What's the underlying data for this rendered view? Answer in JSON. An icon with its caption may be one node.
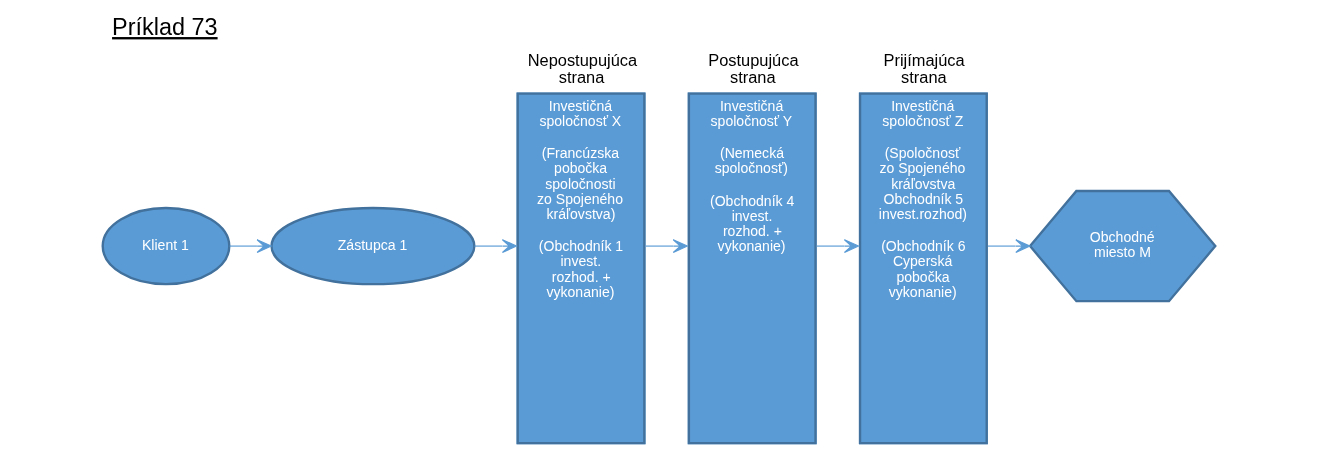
{
  "diagram": {
    "title": "Príklad 73",
    "nodes": [
      {
        "text": [
          "Klient 1"
        ]
      },
      {
        "text": [
          "Zástupca 1"
        ]
      },
      {
        "text": [
          "Nepostupujúca strana",
          "Investičná spoločnosť X",
          "(Francúzska pobočka spoločnosti zo Spojeného kráľovstva)",
          "(Obchodník 1 invest. rozhod. + vykonanie)"
        ]
      },
      {
        "text": [
          "Postupujúca strana",
          "Investičná spoločnosť Y",
          "(Nemecká spoločnosť)",
          "(Obchodník 4 invest. rozhod. + vykonanie)"
        ]
      },
      {
        "text": [
          "Prijímajúca strana",
          "Investičná spoločnosť Z",
          "(Spoločnosť zo Spojeného kráľovstva Obchodník 5 invest.rozhod)",
          "(Obchodník 6 Cyperská pobočka vykonanie)"
        ]
      },
      {
        "text": [
          "Obchodné miesto M"
        ]
      }
    ],
    "edges": [
      {
        "from": 0,
        "to": 1,
        "arrow": "to"
      },
      {
        "from": 1,
        "to": 2,
        "arrow": "to"
      },
      {
        "from": 2,
        "to": 3,
        "arrow": "to"
      },
      {
        "from": 3,
        "to": 4,
        "arrow": "to"
      },
      {
        "from": 4,
        "to": 5,
        "arrow": "to"
      }
    ]
  }
}
